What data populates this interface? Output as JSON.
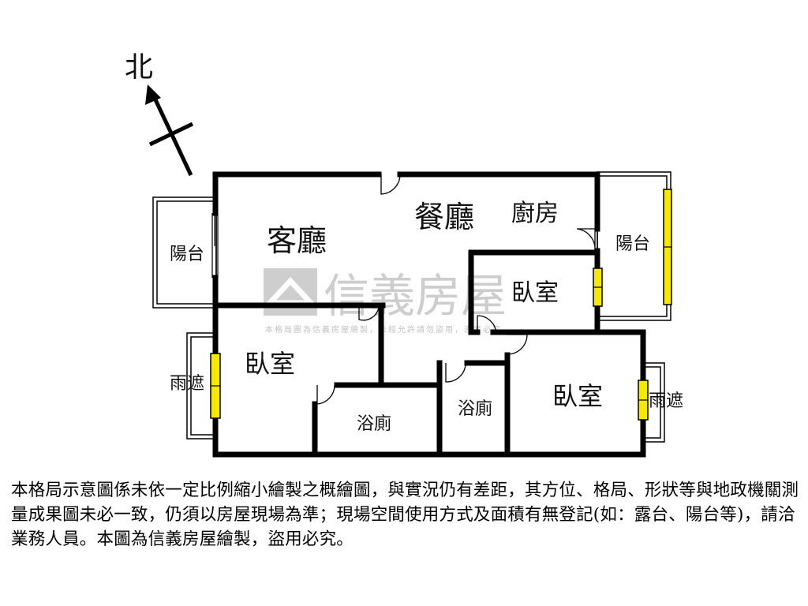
{
  "compass": {
    "label": "北"
  },
  "rooms": {
    "living_room": "客廳",
    "dining_room": "餐廳",
    "kitchen": "廚房",
    "balcony_west": "陽台",
    "balcony_east": "陽台",
    "bedroom_small": "臥室",
    "bedroom_west": "臥室",
    "bedroom_east": "臥室",
    "bathroom_1": "浴廁",
    "bathroom_2": "浴廁",
    "canopy_west": "雨遮",
    "canopy_east": "雨遮"
  },
  "watermark": {
    "brand": "信義房屋",
    "notice": "本格局圖為信義房屋繪製，未經允許請勿盜用，違者必究"
  },
  "disclaimer": "本格局示意圖係未依一定比例縮小繪製之概繪圖，與實況仍有差距，其方位、格局、形狀等與地政機關測量成果圖未必一致，仍須以房屋現場為準；現場空間使用方式及面積有無登記(如：露台、陽台等)，請洽業務人員。本圖為信義房屋繪製，盜用必究。",
  "colors": {
    "wall": "#000000",
    "window": "#f5e900",
    "watermark": "#c8c8c8"
  }
}
